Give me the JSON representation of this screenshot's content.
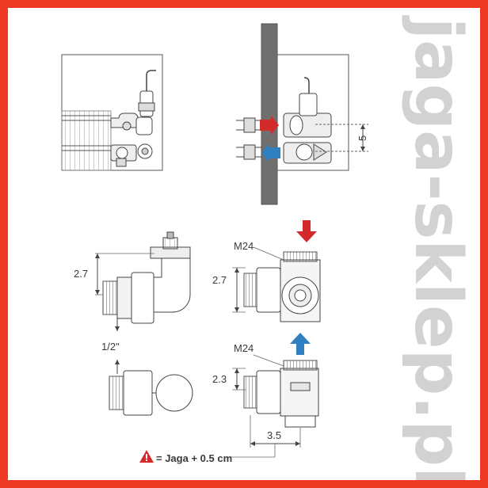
{
  "border_color": "#ee3a23",
  "watermark": "jaga-sklep.pl",
  "colors": {
    "supply_arrow": "#d42a2a",
    "return_arrow": "#2f7fc1",
    "wall": "#6f6f6f",
    "line": "#444444"
  },
  "top_right": {
    "offset_dim": "5"
  },
  "elbow_valve": {
    "height_dim": "2.7",
    "thread_dim": "1/2\""
  },
  "straight_valve_top": {
    "thread": "M24",
    "height_dim": "2.7"
  },
  "straight_valve_bottom": {
    "thread": "M24",
    "height_dim": "2.3",
    "width_dim": "3.5"
  },
  "warning": {
    "icon": "warning-triangle-icon",
    "text": "= Jaga + 0.5 cm"
  }
}
